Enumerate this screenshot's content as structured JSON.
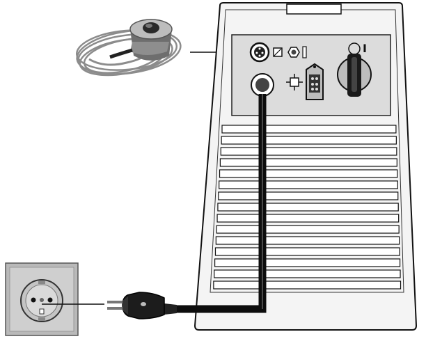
{
  "figure": {
    "switch_on_mark": "I",
    "parts": [
      {
        "key": "remote-control",
        "icon": "remote-control-icon"
      },
      {
        "key": "welding-unit",
        "icon": "welding-unit-icon"
      },
      {
        "key": "power-cable",
        "icon": "cable-icon"
      },
      {
        "key": "mains-plug",
        "icon": "schuko-plug-icon"
      },
      {
        "key": "wall-socket",
        "icon": "wall-socket-icon"
      },
      {
        "key": "main-switch",
        "icon": "rotary-switch-icon"
      }
    ]
  }
}
